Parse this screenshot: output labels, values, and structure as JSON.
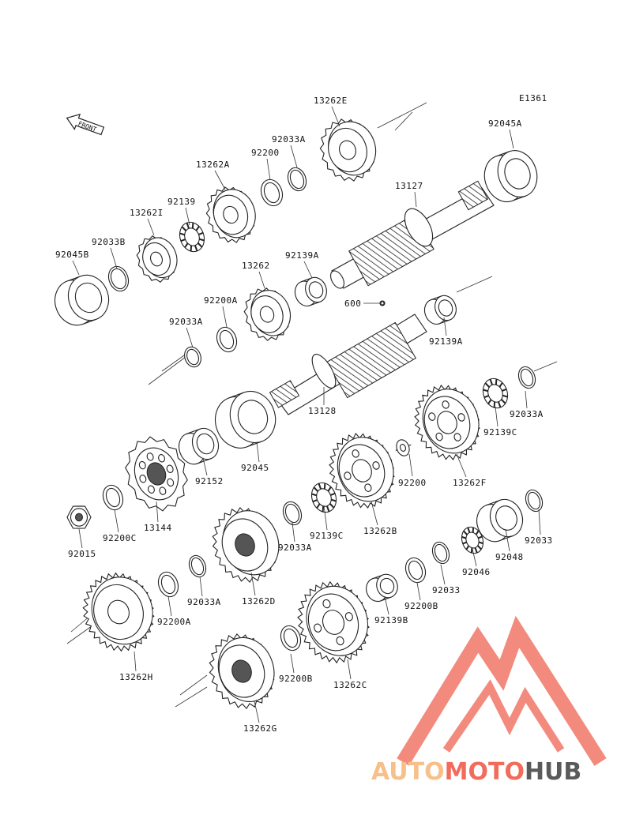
{
  "diagram": {
    "code": "E1361",
    "front_label": "FRONT",
    "labels": {
      "p13262E": "13262E",
      "p92045A": "92045A",
      "p92033A_top": "92033A",
      "p92200_top": "92200",
      "p13262A": "13262A",
      "p13127": "13127",
      "p92139": "92139",
      "p13262I": "13262I",
      "p92033B": "92033B",
      "p92045B": "92045B",
      "p92139A_top": "92139A",
      "p13262": "13262",
      "p92200A_mid": "92200A",
      "p600": "600",
      "p92033A_mid": "92033A",
      "p92139A_right": "92139A",
      "p13128": "13128",
      "p92033A_r": "92033A",
      "p92139C_r": "92139C",
      "p13262F": "13262F",
      "p92045": "92045",
      "p92152": "92152",
      "p92200_r": "92200",
      "p13144": "13144",
      "p92200C": "92200C",
      "p92015": "92015",
      "p92139C_c": "92139C",
      "p13262B": "13262B",
      "p92033A_c": "92033A",
      "p92033": "92033",
      "p92048": "92048",
      "p92046": "92046",
      "p13262D": "13262D",
      "p92033_low": "92033",
      "p92033A_low": "92033A",
      "p92200B_r": "92200B",
      "p92200A_low": "92200A",
      "p92139B": "92139B",
      "p13262H": "13262H",
      "p92200B_low": "92200B",
      "p13262C": "13262C",
      "p13262G": "13262G"
    }
  },
  "watermark": {
    "part1": "AUTO",
    "part2": "MOTO",
    "part3": "HUB",
    "color_light": "#f7c08a",
    "color_accent": "#f26b5b",
    "color_dark": "#5a5a5a",
    "logo_color": "#f28b7d"
  }
}
